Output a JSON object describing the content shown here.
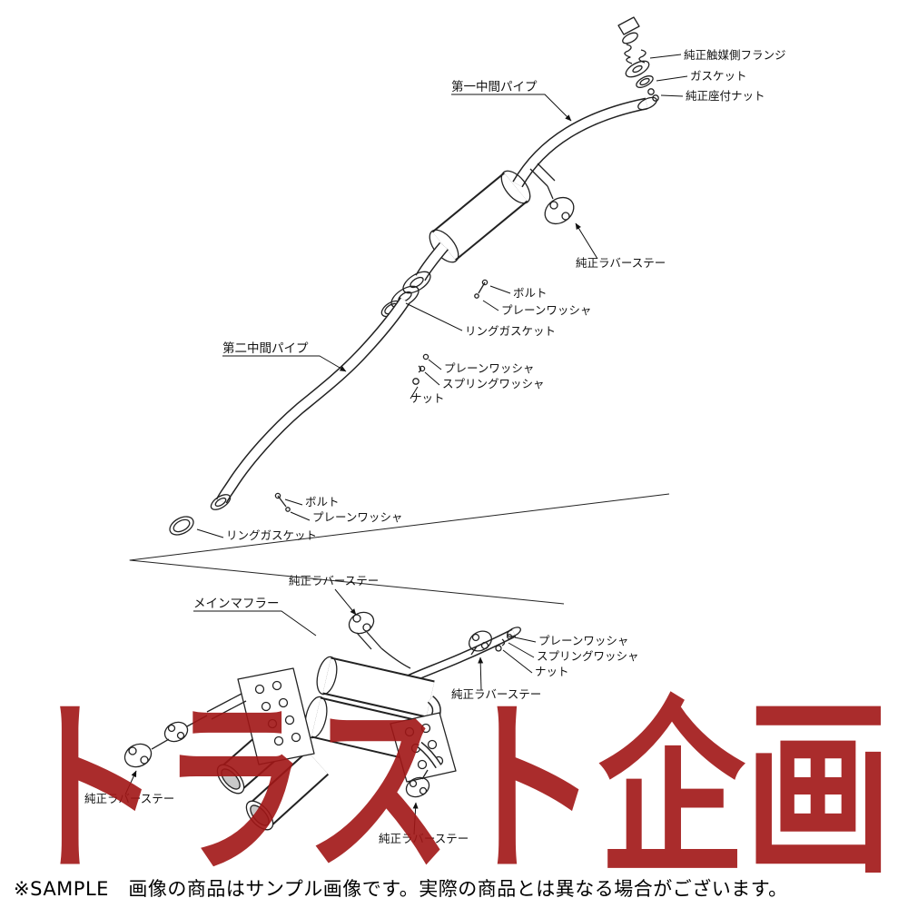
{
  "diagram": {
    "labels": {
      "first_intermediate_pipe": "第一中間パイプ",
      "oem_catalyst_side_flange": "純正触媒側フランジ",
      "gasket": "ガスケット",
      "oem_seat_nut": "純正座付ナット",
      "oem_rubber_stay": "純正ラバーステー",
      "bolt": "ボルト",
      "plain_washer": "プレーンワッシャ",
      "ring_gasket": "リングガスケット",
      "second_intermediate_pipe": "第二中間パイプ",
      "spring_washer": "スプリングワッシャ",
      "nut": "ナット",
      "main_muffler": "メインマフラー"
    },
    "line_color": "#222222"
  },
  "watermark": {
    "text": "トラスト企画",
    "color": "#a11616"
  },
  "footer": {
    "disclaimer": "※SAMPLE　画像の商品はサンプル画像です。実際の商品とは異なる場合がございます。"
  }
}
